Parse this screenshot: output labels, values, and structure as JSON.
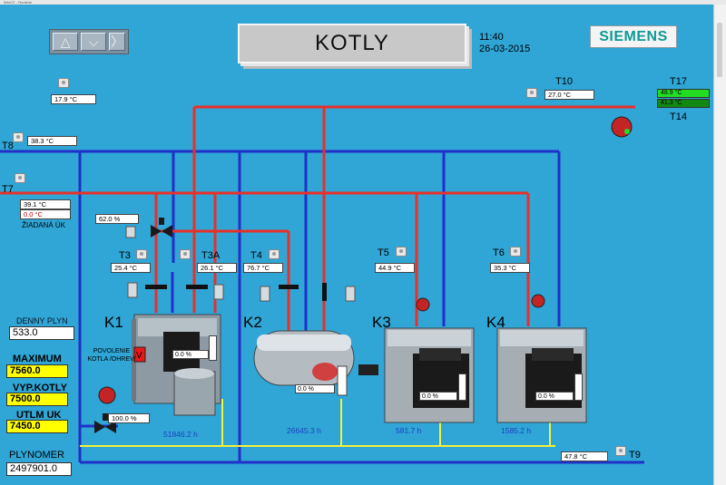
{
  "window": {
    "title": "WinCC - Runtime"
  },
  "header": {
    "screen_title": "KOTLY",
    "time": "11:40",
    "date": "26-03-2015",
    "brand": "SIEMENS"
  },
  "nav": {
    "up_icon": "triangle-up-icon",
    "down_icon": "triangle-down-icon",
    "next_icon": "chevron-right-icon"
  },
  "sensors": {
    "outdoor": "17.9 °C",
    "t8_label": "T8",
    "t8_value": "38.3 °C",
    "t7_label": "T7",
    "t7_value": "39.1 °C",
    "t7_setpoint": "0.0 °C",
    "t7_setpoint_label": "ŽIADANÁ ÚK",
    "t10_label": "T10",
    "t10_value": "27.0 °C",
    "t17_label": "T17",
    "t17_value": "48.9 °C",
    "t14_label": "T14",
    "t14_value": "41.3 °C",
    "t3_label": "T3",
    "t3_value": "25.4 °C",
    "t3a_label": "T3A",
    "t3a_value": "26.1 °C",
    "t4_label": "T4",
    "t4_value": "76.7 °C",
    "t5_label": "T5",
    "t5_value": "44.9 °C",
    "t6_label": "T6",
    "t6_value": "35.3 °C",
    "t9_label": "T9",
    "t9_value": "47.8 °C"
  },
  "valves": {
    "upper_valve_pct": "62.0 %",
    "lower_valve_pct": "100.0 %"
  },
  "boilers": [
    {
      "name": "K1",
      "output": "0.0 %",
      "hours": "51846.2 h",
      "permission_label": "POVOLENIE KOTLA /OHREV/"
    },
    {
      "name": "K2",
      "output": "0.0 %",
      "hours": "26645.3 h"
    },
    {
      "name": "K3",
      "output": "0.0 %",
      "hours": "581.7 h"
    },
    {
      "name": "K4",
      "output": "0.0 %",
      "hours": "1585.2 h"
    }
  ],
  "gas": {
    "daily_label": "DENNY PLYN",
    "daily_value": "533.0",
    "maximum_label": "MAXIMUM",
    "maximum_value": "7560.0",
    "boiler_off_label": "VYP.KOTLY",
    "boiler_off_value": "7500.0",
    "uk_limit_label": "UTLM UK",
    "uk_limit_value": "7450.0",
    "meter_label": "PLYNOMER",
    "meter_value": "2497901.0"
  },
  "colors": {
    "background": "#2fa6d6",
    "supply_pipe": "#e8302a",
    "return_pipe": "#2030c8",
    "gas_pipe": "#f2f23a",
    "alarm_high": "#22dd22",
    "alarm_ok": "#118811",
    "limit_yellow": "#ffff00"
  }
}
